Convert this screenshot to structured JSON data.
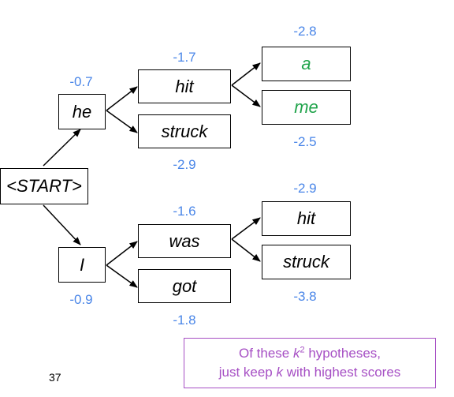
{
  "nodes": {
    "start": "<START>",
    "he": "he",
    "i": "I",
    "hit": "hit",
    "struck": "struck",
    "was": "was",
    "got": "got",
    "a": "a",
    "me": "me",
    "hit2": "hit",
    "struck2": "struck"
  },
  "scores": {
    "he": "-0.7",
    "i": "-0.9",
    "hit": "-1.7",
    "struck": "-2.9",
    "was": "-1.6",
    "got": "-1.8",
    "a": "-2.8",
    "me": "-2.5",
    "hit2": "-2.9",
    "struck2": "-3.8"
  },
  "slide_number": "37",
  "callout": {
    "line1_prefix": "Of these ",
    "k": "k",
    "exp": "2",
    "line1_suffix": " hypotheses,",
    "line2_prefix": "just keep ",
    "k2": "k",
    "line2_suffix": " with highest scores"
  },
  "colors": {
    "score": "#4a86e8",
    "highlight": "#1fa34a",
    "callout": "#a64fc4"
  }
}
